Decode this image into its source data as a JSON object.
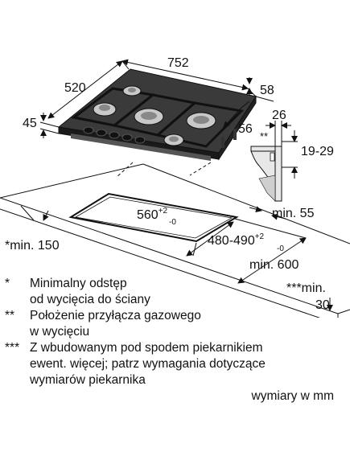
{
  "hob_dimensions": {
    "width": "752",
    "depth": "520",
    "height": "45",
    "top_offset": "58",
    "edge_offset": "56"
  },
  "bracket_dimensions": {
    "width": "26",
    "marker": "**",
    "thickness": "19-29"
  },
  "cutout": {
    "width_main": "560",
    "width_sup_top": "+2",
    "width_sup_bottom": "-0",
    "depth_main": "480-490",
    "depth_sup_top": "+2",
    "depth_sup_bottom": "-0"
  },
  "clearances": {
    "wall_side": "*min. 150",
    "rear": "min. 55",
    "front": "min. 600",
    "below_mark": "***min.",
    "below_value": "30"
  },
  "notes": [
    {
      "mark": "*",
      "text": "Minimalny odstęp\nod wycięcia do ściany"
    },
    {
      "mark": "**",
      "text": "Położenie przyłącza gazowego\nw wycięciu"
    },
    {
      "mark": "***",
      "text": "Z wbudowanym pod spodem piekarnikiem\newent. więcej; patrz wymagania dotyczące\nwymiarów piekarnika"
    }
  ],
  "units": "wymiary w mm",
  "colors": {
    "line": "#111111",
    "hob": "#2a2a2a",
    "hob_glass": "#3a3a3a",
    "bracket": "#e8e8e8"
  }
}
